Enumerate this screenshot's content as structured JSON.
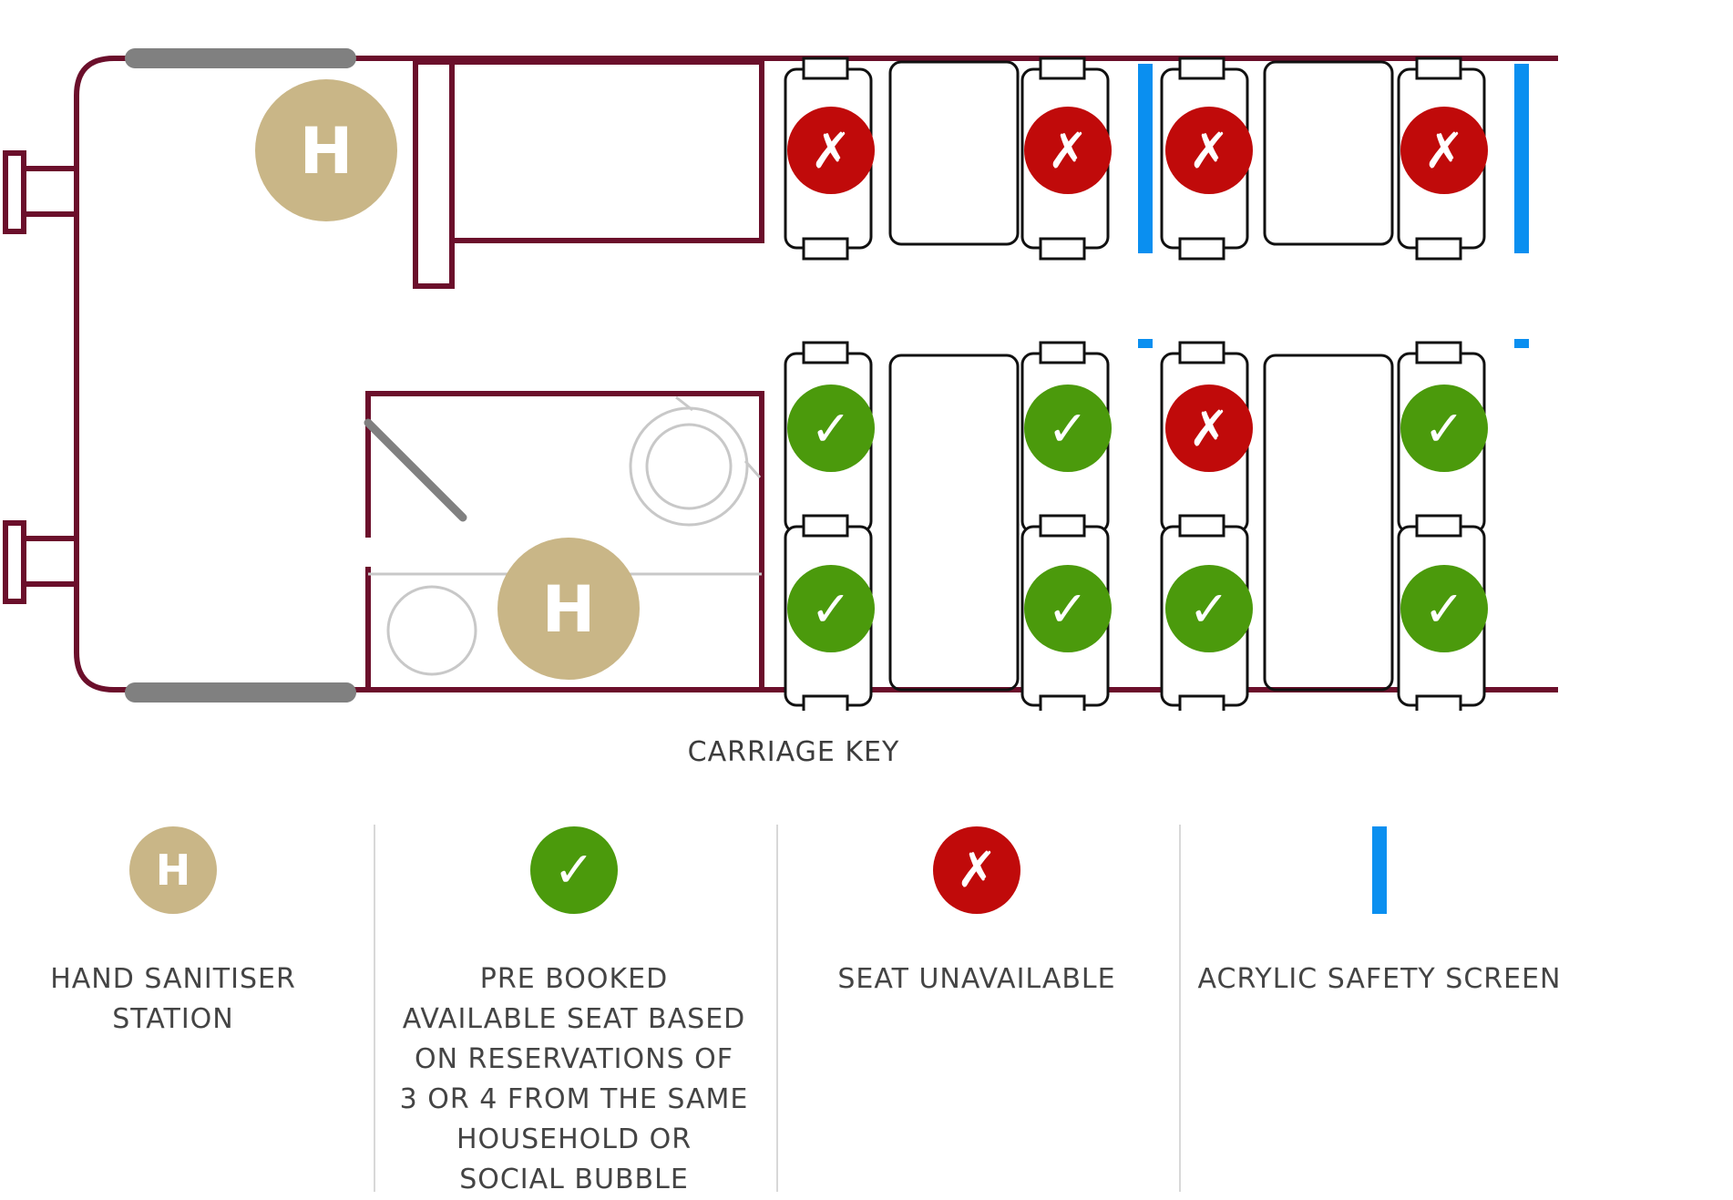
{
  "colors": {
    "wall": "#6b0f2b",
    "door": "#808080",
    "sanitiser": "#c9b687",
    "available": "#4b9a0c",
    "unavailable": "#c00a0a",
    "screen": "#0a8ff0",
    "seat_outline": "#111111",
    "toilet": "#c8c8c8"
  },
  "icons": {
    "sanitiser": "H",
    "available": "✓",
    "unavailable": "✗"
  },
  "seat_rows": [
    {
      "row": "top-window",
      "states": [
        "unavailable",
        "unavailable",
        "unavailable",
        "unavailable"
      ]
    },
    {
      "row": "bottom-aisle",
      "states": [
        "available",
        "available",
        "unavailable",
        "available"
      ]
    },
    {
      "row": "bottom-window",
      "states": [
        "available",
        "available",
        "available",
        "available"
      ]
    }
  ],
  "key": {
    "title": "CARRIAGE KEY",
    "items": [
      {
        "icon": "sanitiser-icon",
        "label_lines": [
          "HAND SANITISER",
          "STATION"
        ]
      },
      {
        "icon": "available-seat-icon",
        "label_lines": [
          "PRE BOOKED",
          "AVAILABLE SEAT BASED",
          "ON RESERVATIONS OF",
          "3 OR 4 FROM THE SAME",
          "HOUSEHOLD OR",
          "SOCIAL BUBBLE"
        ]
      },
      {
        "icon": "unavailable-seat-icon",
        "label_lines": [
          "SEAT UNAVAILABLE"
        ]
      },
      {
        "icon": "safety-screen-icon",
        "label_lines": [
          "ACRYLIC SAFETY SCREEN"
        ]
      }
    ]
  }
}
